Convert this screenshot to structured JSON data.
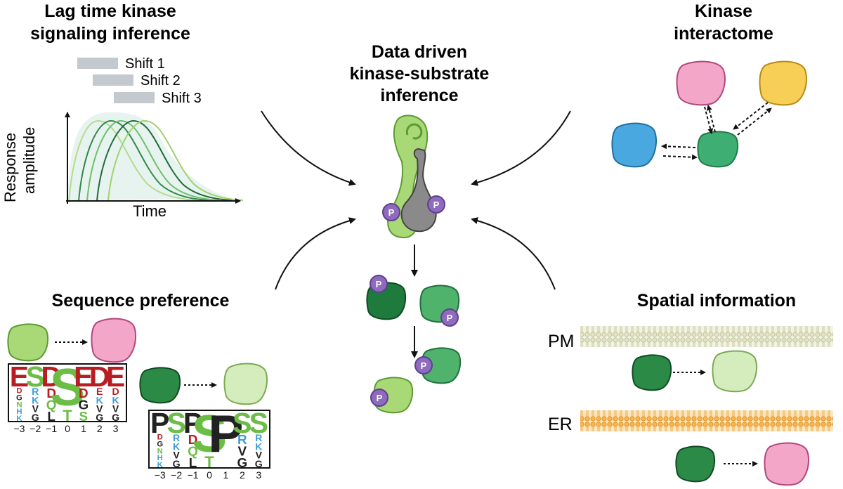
{
  "titles": {
    "lag_time": "Lag time kinase signaling inference",
    "lag_time_line1": "Lag time kinase",
    "lag_time_line2": "signaling inference",
    "center_line1": "Data driven",
    "center_line2": "kinase-substrate",
    "center_line3": "inference",
    "interactome_line1": "Kinase",
    "interactome_line2": "interactome",
    "sequence": "Sequence preference",
    "spatial": "Spatial information"
  },
  "lag_chart": {
    "shifts": [
      "Shift 1",
      "Shift 2",
      "Shift 3"
    ],
    "ylabel_line1": "Response",
    "ylabel_line2": "amplitude",
    "xlabel": "Time"
  },
  "phospho_label": "P",
  "membranes": {
    "pm": "PM",
    "er": "ER"
  },
  "logo1": {
    "index_labels": [
      "−3",
      "−2",
      "−1",
      "0",
      "1",
      "2",
      "3"
    ],
    "columns": [
      {
        "top": "E",
        "rest": [
          "D",
          "G",
          "N",
          "H",
          "K"
        ]
      },
      {
        "top": "S",
        "rest": [
          "R",
          "K",
          "V",
          "G"
        ]
      },
      {
        "top": "D",
        "rest": [
          "D",
          "Q",
          "L"
        ]
      },
      {
        "top": "S",
        "rest": [
          "T"
        ]
      },
      {
        "top": "E",
        "rest": [
          "D",
          "G",
          "S"
        ]
      },
      {
        "top": "D",
        "rest": [
          "E",
          "K",
          "V",
          "G"
        ]
      },
      {
        "top": "E",
        "rest": [
          "D",
          "K",
          "V",
          "G"
        ]
      }
    ]
  },
  "logo2": {
    "index_labels": [
      "−3",
      "−2",
      "−1",
      "0",
      "1",
      "2",
      "3"
    ],
    "columns": [
      {
        "top": "P",
        "rest": [
          "D",
          "G",
          "N",
          "H",
          "K"
        ]
      },
      {
        "top": "S",
        "rest": [
          "R",
          "K",
          "V",
          "G"
        ]
      },
      {
        "top": "P",
        "rest": [
          "D",
          "Q",
          "L"
        ]
      },
      {
        "top": "S",
        "rest": [
          "T"
        ]
      },
      {
        "top": "P",
        "rest": []
      },
      {
        "top": "S",
        "rest": [
          "R",
          "V",
          "G"
        ]
      },
      {
        "top": "S",
        "rest": [
          "R",
          "K",
          "V",
          "G"
        ]
      }
    ]
  },
  "colors": {
    "pale_green": "#a9d877",
    "mid_green": "#4fb36b",
    "dark_green": "#1f7a3d",
    "pink": "#f4a6c9",
    "yellow": "#f7cf56",
    "blue": "#4aa8e0",
    "teal_green": "#3fae72",
    "phospho_purple": "#8e6bbd",
    "gray_protein": "#8a8a8a",
    "shift_bar": "#c4c8cf",
    "logo_red": "#b81d24",
    "logo_blue": "#3e9fd4",
    "logo_green": "#6cbd45",
    "logo_dark": "#222222",
    "logo_purple": "#6a3f97"
  }
}
